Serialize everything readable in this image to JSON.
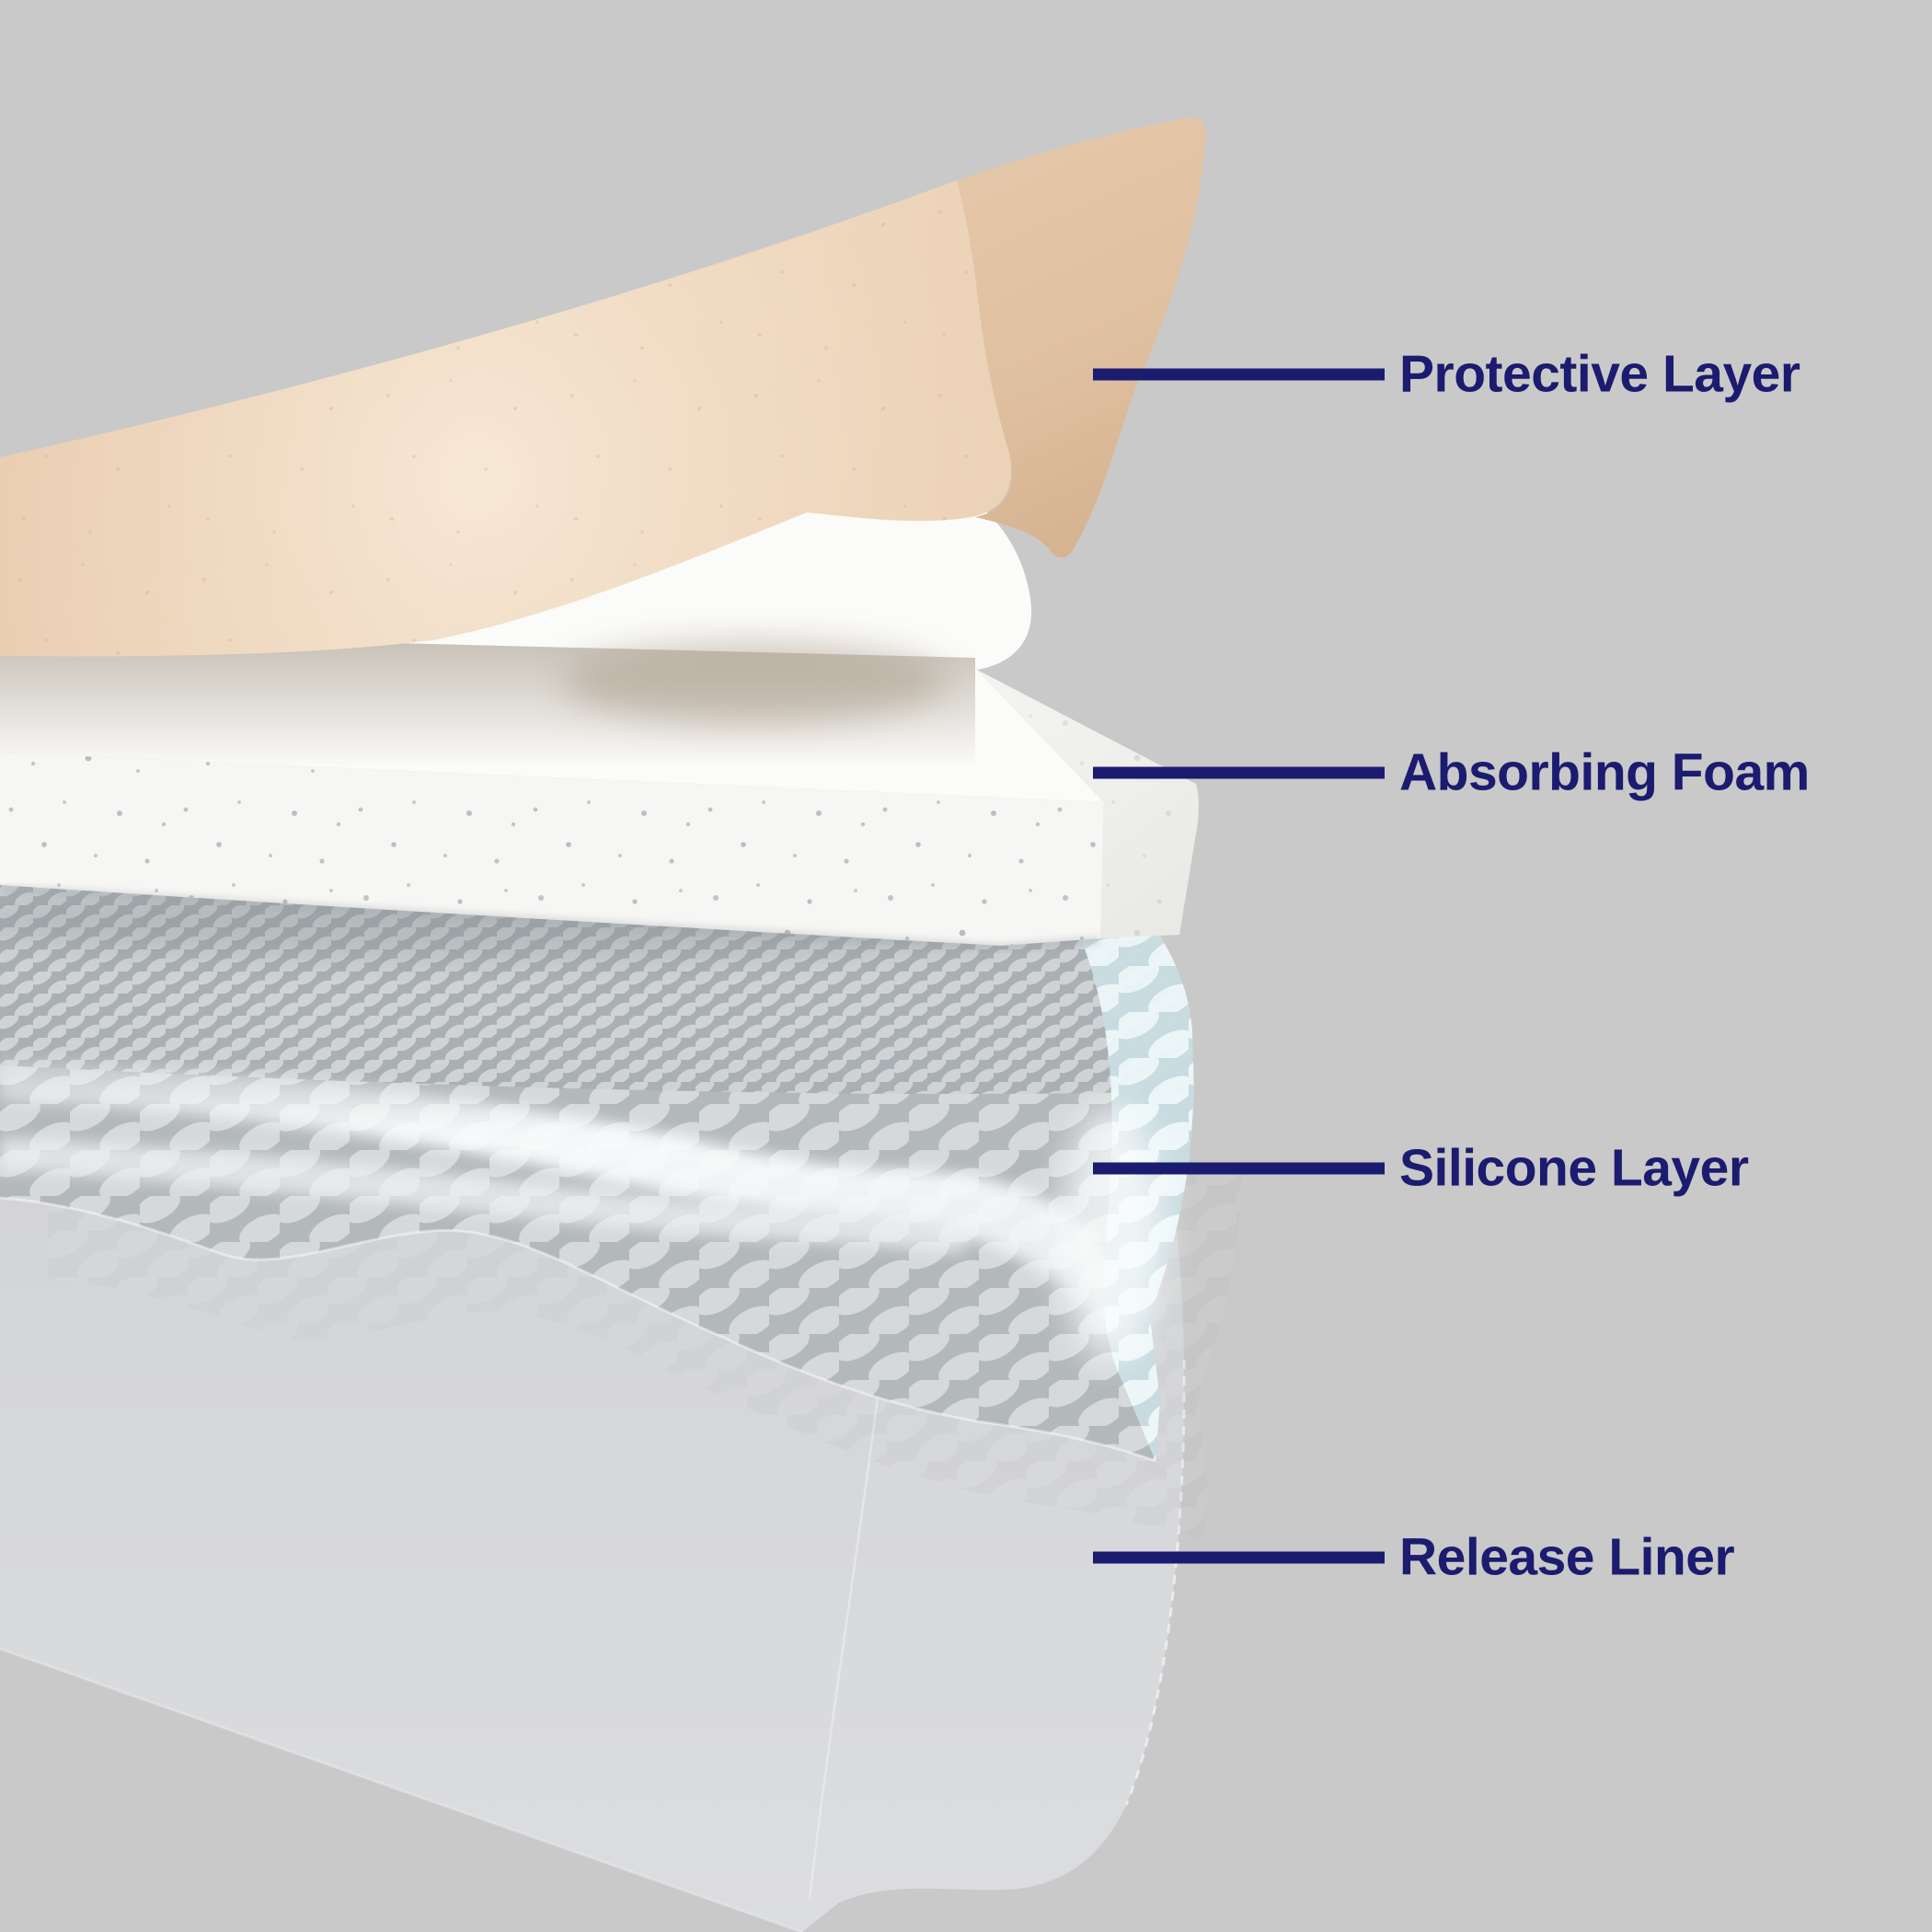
{
  "figure": {
    "type": "exploded-layer-diagram",
    "subject": "wound-dressing-cross-section",
    "background_color": "#c9c9c9",
    "accent_color": "#1b1b70"
  },
  "callouts": [
    {
      "label": "Protective Layer",
      "layer_color": "#eed3b7"
    },
    {
      "label": "Absorbing Foam",
      "layer_color": "#f6f6f4"
    },
    {
      "label": "Silicone Layer",
      "layer_color": "#b7bcbf"
    },
    {
      "label": "Release Liner",
      "layer_color": "#d6d7d9"
    }
  ]
}
